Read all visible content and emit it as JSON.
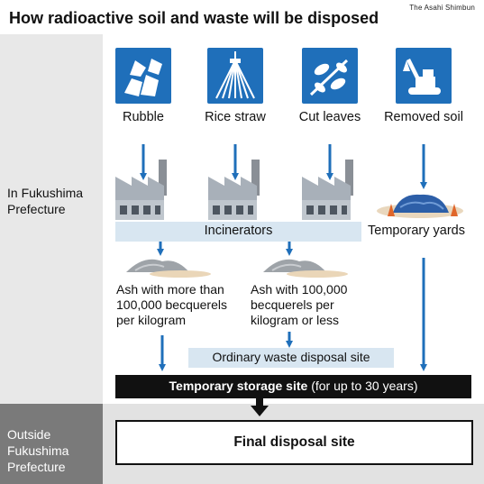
{
  "title": "How radioactive soil and waste will be disposed",
  "credit": "The Asahi Shimbun",
  "regions": {
    "inside": [
      "In Fukushima",
      "Prefecture"
    ],
    "outside": [
      "Outside",
      "Fukushima",
      "Prefecture"
    ]
  },
  "sources": [
    {
      "label": "Rubble",
      "icon": "rubble-icon"
    },
    {
      "label": "Rice straw",
      "icon": "rice-straw-icon"
    },
    {
      "label": "Cut leaves",
      "icon": "cut-leaves-icon"
    },
    {
      "label": "Removed soil",
      "icon": "excavator-icon"
    }
  ],
  "incinerators": "Incinerators",
  "temporary_yards": "Temporary yards",
  "ash_high": [
    "Ash with more than",
    "100,000 becquerels",
    "per kilogram"
  ],
  "ash_low": [
    "Ash with 100,000",
    "becquerels per",
    "kilogram or less"
  ],
  "ordinary_site": "Ordinary waste disposal site",
  "storage": {
    "bold": "Temporary storage site",
    "rest": " (for up to 30 years)"
  },
  "final_site": "Final disposal site",
  "colors": {
    "icon_blue": "#1f6fba",
    "arrow_blue": "#1f6fba",
    "light_blue": "#d8e6f1"
  }
}
